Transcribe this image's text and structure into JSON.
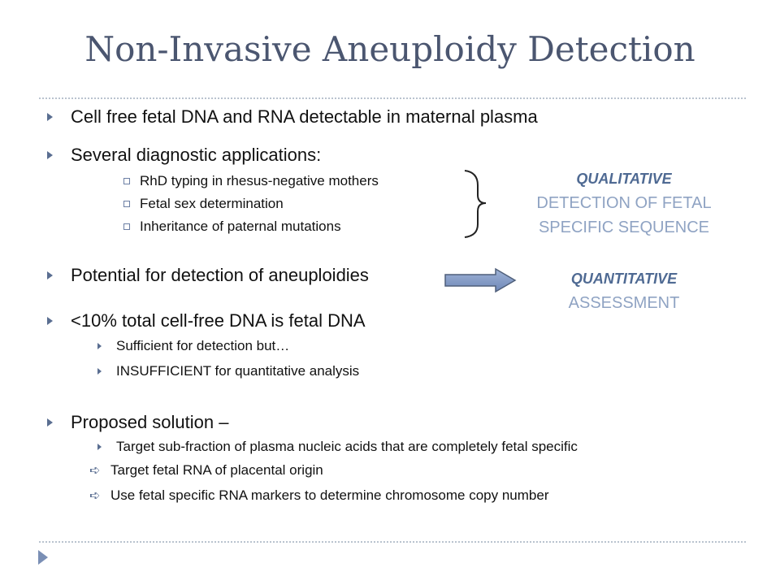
{
  "title": "Non-Invasive Aneuploidy Detection",
  "bullets": {
    "b1": "Cell free fetal DNA and RNA detectable in maternal plasma",
    "b2": "Several diagnostic applications:",
    "b2_subs": [
      "RhD typing in rhesus-negative mothers",
      "Fetal sex determination",
      "Inheritance of paternal mutations"
    ],
    "b3": "Potential for detection of aneuploidies",
    "b4": "<10% total cell-free DNA is fetal DNA",
    "b4_subs": [
      "Sufficient for detection but…",
      "INSUFFICIENT for quantitative analysis"
    ],
    "b5": "Proposed solution –",
    "b5_subs": [
      "Target sub-fraction of plasma nucleic acids that are completely fetal specific",
      "Target fetal RNA of placental origin",
      "Use fetal specific RNA markers to determine chromosome copy number"
    ]
  },
  "qualitative": {
    "heading": "QUALITATIVE",
    "line1": "DETECTION OF FETAL",
    "line2": "SPECIFIC SEQUENCE"
  },
  "quantitative": {
    "heading": "QUANTITATIVE",
    "line1": "ASSESSMENT"
  },
  "colors": {
    "title": "#4b5670",
    "accent": "#5a6e91",
    "side_text": "#8fa3c3",
    "side_heading": "#4f6a93"
  }
}
